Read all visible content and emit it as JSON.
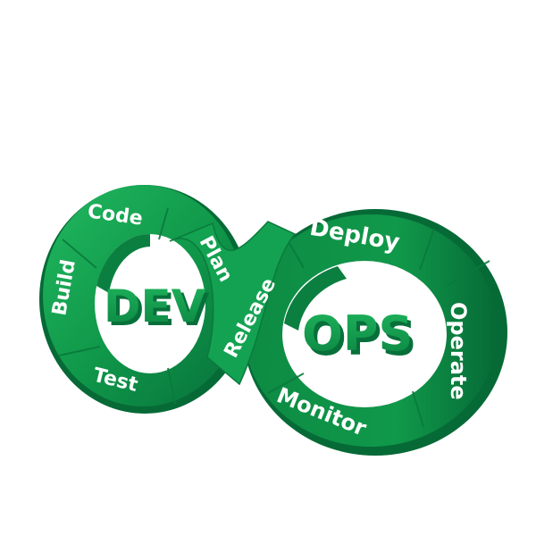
{
  "diagram": {
    "type": "devops-infinity-loop",
    "colors": {
      "primary": "#0f9a4a",
      "light": "#1fb45c",
      "dark": "#07703a",
      "shadow": "#055a2e",
      "text": "#ffffff",
      "background": "#ffffff"
    },
    "dev_loop": {
      "center_label": "DEV",
      "stages": [
        {
          "label": "Code"
        },
        {
          "label": "Plan"
        },
        {
          "label": "Build"
        },
        {
          "label": "Test"
        }
      ]
    },
    "ops_loop": {
      "center_label": "OPS",
      "stages": [
        {
          "label": "Deploy"
        },
        {
          "label": "Operate"
        },
        {
          "label": "Monitor"
        }
      ]
    },
    "bridge": {
      "label": "Release"
    }
  }
}
